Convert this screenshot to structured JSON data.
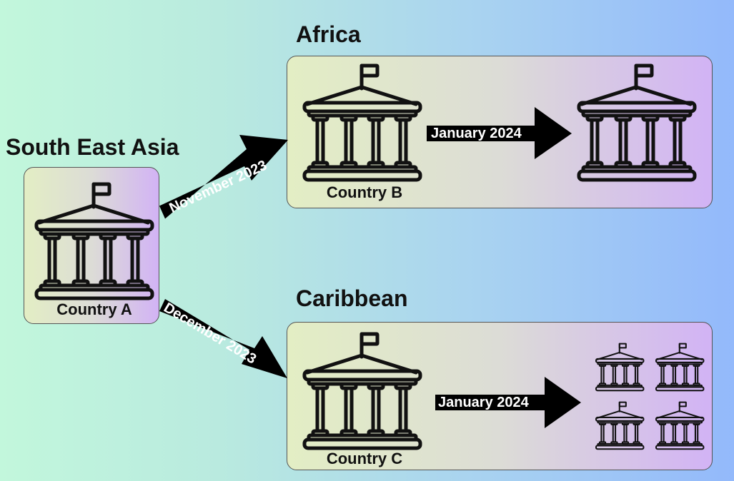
{
  "regions": {
    "sea": "South East Asia",
    "africa": "Africa",
    "caribbean": "Caribbean"
  },
  "countries": {
    "a": "Country A",
    "b": "Country B",
    "c": "Country C"
  },
  "arrows": {
    "a_to_b": "November 2023",
    "a_to_c": "December 2023",
    "b_next": "January 2024",
    "c_next": "January 2024"
  },
  "icons": {
    "building": "government-building-icon",
    "count_caribbean_result": 4
  },
  "colors": {
    "ink": "#111111",
    "arrow_fill": "#000000",
    "arrow_text": "#ffffff"
  }
}
